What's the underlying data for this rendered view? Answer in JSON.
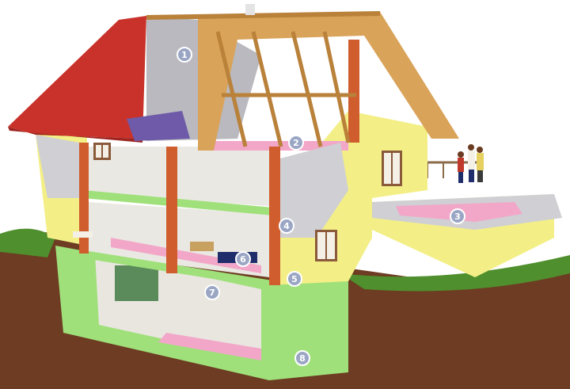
{
  "markers": [
    {
      "id": "1",
      "label": "1"
    },
    {
      "id": "2",
      "label": "2"
    },
    {
      "id": "3",
      "label": "3"
    },
    {
      "id": "4",
      "label": "4"
    },
    {
      "id": "5",
      "label": "5"
    },
    {
      "id": "6",
      "label": "6"
    },
    {
      "id": "7",
      "label": "7"
    },
    {
      "id": "8",
      "label": "8"
    }
  ],
  "colors": {
    "roof_tile": "#c8322a",
    "roof_tile_dark": "#9e2520",
    "timber": "#d9a35a",
    "timber_dark": "#b9813a",
    "insulation_grey": "#b9b9bf",
    "insulation_pink": "#f2a7c8",
    "insulation_green": "#9fe07a",
    "wall_yellow": "#f3ef86",
    "wall_grey": "#cfcfd4",
    "brick": "#cf5d2e",
    "soil": "#6d3c22",
    "grass": "#4f8f2d",
    "marker_fill": "#9aa6c4"
  }
}
